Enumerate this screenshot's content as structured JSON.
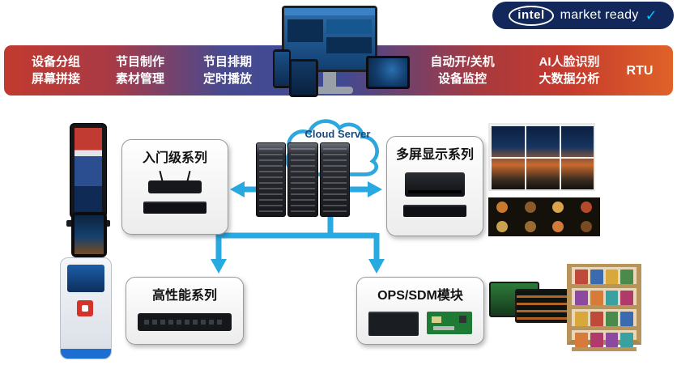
{
  "badge": {
    "brand": "intel",
    "label": "market ready",
    "check": "✓"
  },
  "banner": {
    "features": [
      {
        "line1": "设备分组",
        "line2": "屏幕拼接"
      },
      {
        "line1": "节目制作",
        "line2": "素材管理"
      },
      {
        "line1": "节目排期",
        "line2": "定时播放"
      },
      {
        "line1": "自动开/关机",
        "line2": "设备监控"
      },
      {
        "line1": "AI人脸识别",
        "line2": "大数据分析"
      },
      {
        "line1": "RTU",
        "line2": ""
      }
    ]
  },
  "cloud": {
    "label": "Cloud Server"
  },
  "categories": {
    "entry": {
      "label": "入门级系列"
    },
    "multi": {
      "label": "多屏显示系列"
    },
    "high": {
      "label": "高性能系列"
    },
    "ops": {
      "label": "OPS/SDM模块"
    }
  },
  "colors": {
    "arrow": "#29a9e1",
    "badge_bg": "#12275a",
    "check": "#00c7fd",
    "banner_red": "#c23a2e",
    "banner_blue": "#3e4a94",
    "banner_orange": "#e06228"
  }
}
